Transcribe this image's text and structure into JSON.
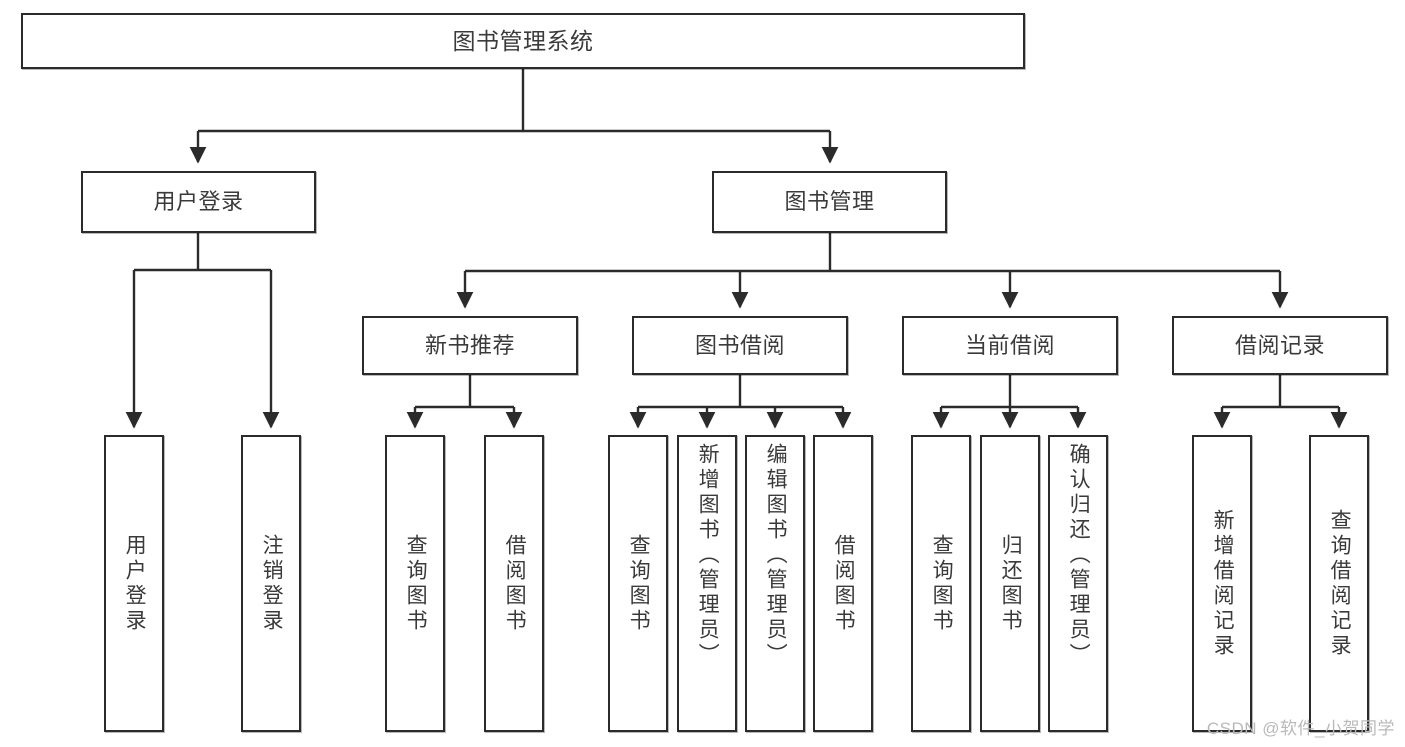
{
  "diagram": {
    "title": "图书管理系统",
    "type": "tree-hierarchy",
    "stroke_color": "#2b2b2b",
    "text_color": "#3a3a3a",
    "background_color": "#ffffff",
    "root": {
      "label": "图书管理系统"
    },
    "level2": [
      {
        "label": "用户登录"
      },
      {
        "label": "图书管理"
      }
    ],
    "level3": [
      {
        "label": "新书推荐"
      },
      {
        "label": "图书借阅"
      },
      {
        "label": "当前借阅"
      },
      {
        "label": "借阅记录"
      }
    ],
    "leaves": {
      "user_login": [
        {
          "label": "用户登录"
        },
        {
          "label": "注销登录"
        }
      ],
      "new_book_recommend": [
        {
          "label": "查询图书"
        },
        {
          "label": "借阅图书"
        }
      ],
      "book_borrow": [
        {
          "label": "查询图书"
        },
        {
          "label": "新增图书（管理员）"
        },
        {
          "label": "编辑图书（管理员）"
        },
        {
          "label": "借阅图书"
        }
      ],
      "current_borrow": [
        {
          "label": "查询图书"
        },
        {
          "label": "归还图书"
        },
        {
          "label": "确认归还（管理员）"
        }
      ],
      "borrow_record": [
        {
          "label": "新增借阅记录"
        },
        {
          "label": "查询借阅记录"
        }
      ]
    }
  },
  "watermark": {
    "text": "CSDN @软件_小贺同学"
  }
}
